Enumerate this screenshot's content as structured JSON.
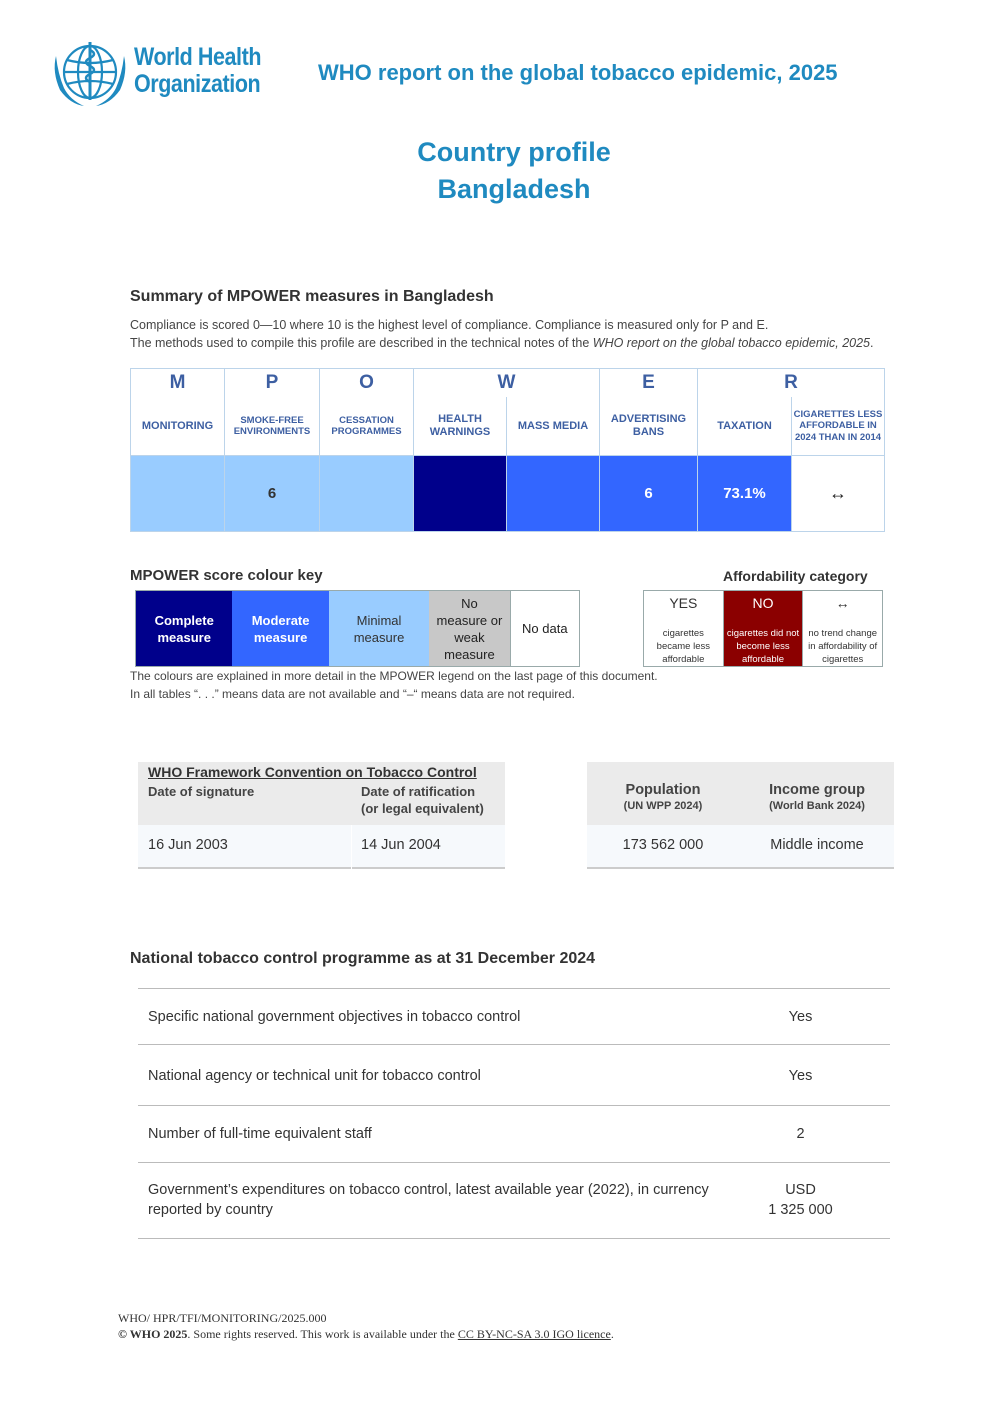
{
  "header": {
    "logo_text_line1": "World Health",
    "logo_text_line2": "Organization",
    "report_title": "WHO report on the global tobacco epidemic, 2025"
  },
  "title": {
    "line1": "Country profile",
    "line2": "Bangladesh"
  },
  "summary": {
    "heading": "Summary of MPOWER measures in Bangladesh",
    "note1": "Compliance is scored 0—10 where 10 is the highest level of compliance. Compliance is measured only for P and E.",
    "note2_prefix": "The methods used to compile this profile are described in the technical notes of the ",
    "note2_italic": "WHO report on the global tobacco epidemic, 2025",
    "note2_suffix": ".",
    "letters": [
      "M",
      "P",
      "O",
      "W",
      "E",
      "R"
    ],
    "columns": [
      {
        "label": "MONITORING",
        "value": "",
        "color": "minimal"
      },
      {
        "label": "SMOKE-FREE ENVIRONMENTS",
        "value": "6",
        "color": "minimal"
      },
      {
        "label": "CESSATION PROGRAMMES",
        "value": "",
        "color": "minimal"
      },
      {
        "label": "HEALTH WARNINGS",
        "value": "",
        "color": "complete"
      },
      {
        "label": "MASS MEDIA",
        "value": "",
        "color": "moderate"
      },
      {
        "label": "ADVERTISING BANS",
        "value": "6",
        "color": "moderate"
      },
      {
        "label": "TAXATION",
        "value": "73.1%",
        "color": "moderate"
      },
      {
        "label": "CIGARETTES LESS AFFORDABLE IN 2024 THAN IN 2014",
        "value": "↔",
        "color": "nodata"
      }
    ]
  },
  "key": {
    "heading": "MPOWER score colour key",
    "items": [
      {
        "label": "Complete measure",
        "color": "#00008b"
      },
      {
        "label": "Moderate measure",
        "color": "#3366ff"
      },
      {
        "label": "Minimal measure",
        "color": "#99ccff"
      },
      {
        "label": "No measure or weak measure",
        "color": "#c8c8c8"
      },
      {
        "label": "No data",
        "color": "#ffffff"
      }
    ],
    "note1": "The colours are explained in more detail in the MPOWER legend on the last page of this document.",
    "note2": "In all tables “. . .” means data are not available and “–“ means data are not required."
  },
  "affordability": {
    "heading": "Affordability category",
    "items": [
      {
        "head": "YES",
        "desc": "cigarettes became less affordable"
      },
      {
        "head": "NO",
        "desc": "cigarettes did not become less affordable",
        "color": "#8b0000"
      },
      {
        "head": "↔",
        "desc": "no trend change in affordability of cigarettes"
      }
    ]
  },
  "fctc": {
    "title": "WHO Framework Convention on Tobacco Control",
    "col1_label": "Date of signature",
    "col2_label_line1": "Date of ratification",
    "col2_label_line2": "(or legal equivalent)",
    "signature": "16 Jun 2003",
    "ratification": "14 Jun 2004"
  },
  "population": {
    "pop_label": "Population",
    "pop_source": "(UN WPP 2024)",
    "income_label": "Income group",
    "income_source": "(World Bank 2024)",
    "pop_value": "173 562 000",
    "income_value": "Middle income"
  },
  "ntcp": {
    "heading": "National tobacco control programme as at 31 December 2024",
    "rows": [
      {
        "label": "Specific national government objectives in tobacco control",
        "value": "Yes"
      },
      {
        "label": "National agency or technical unit for tobacco control",
        "value": "Yes"
      },
      {
        "label": "Number of full-time equivalent staff",
        "value": "2"
      },
      {
        "label_line1": "Government’s expenditures on tobacco control, latest available year (2022), in currency",
        "label_line2": "reported by country",
        "value_line1": "USD",
        "value_line2": "1 325 000"
      }
    ]
  },
  "footer": {
    "code": "WHO/ HPR/TFI/MONITORING/2025.000",
    "copyright_bold": "© WHO 2025",
    "copyright_text": ". Some rights reserved. This work is available under the ",
    "licence": "CC BY-NC-SA 3.0 IGO licence",
    "end": "."
  }
}
